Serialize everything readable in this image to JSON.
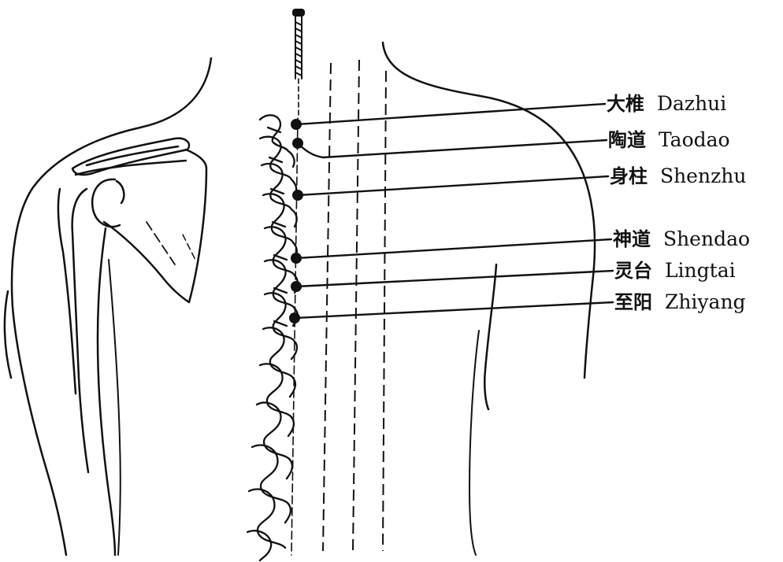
{
  "figure": {
    "points": [
      {
        "chinese": "大椎",
        "pinyin": "Dazhui"
      },
      {
        "chinese": "陶道",
        "pinyin": "Taodao"
      },
      {
        "chinese": "身柱",
        "pinyin": "Shenzhu"
      },
      {
        "chinese": "神道",
        "pinyin": "Shendao"
      },
      {
        "chinese": "灵台",
        "pinyin": "Lingtai"
      },
      {
        "chinese": "至阳",
        "pinyin": "Zhiyang"
      }
    ]
  }
}
